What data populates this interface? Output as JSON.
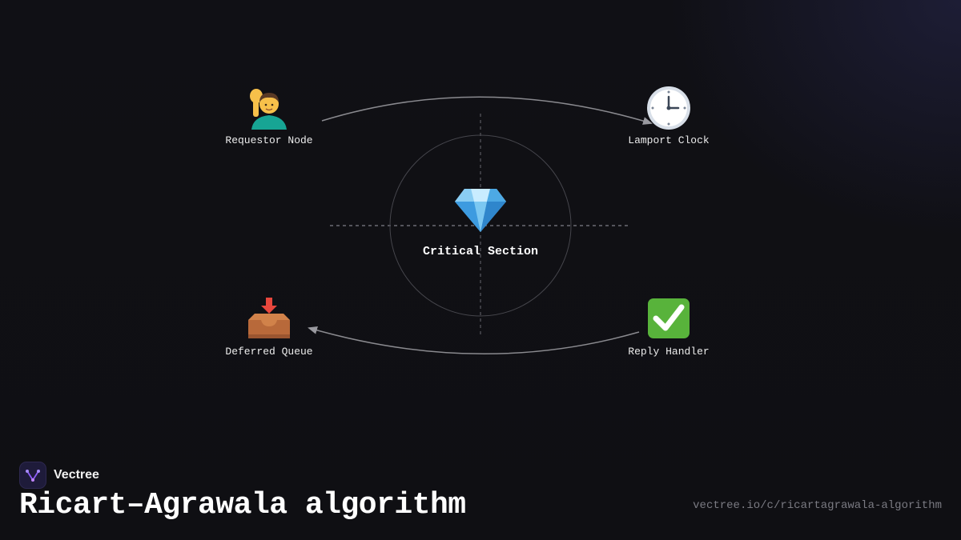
{
  "diagram": {
    "center": {
      "label": "Critical Section",
      "icon": "gem-icon"
    },
    "nodes": [
      {
        "id": "requestor",
        "label": "Requestor Node",
        "icon": "person-raising-hand-icon"
      },
      {
        "id": "clock",
        "label": "Lamport Clock",
        "icon": "clock-icon"
      },
      {
        "id": "queue",
        "label": "Deferred Queue",
        "icon": "inbox-tray-icon"
      },
      {
        "id": "reply",
        "label": "Reply Handler",
        "icon": "check-mark-button-icon"
      }
    ],
    "edges": [
      {
        "from": "Requestor Node",
        "to": "Lamport Clock"
      },
      {
        "from": "Reply Handler",
        "to": "Deferred Queue"
      }
    ]
  },
  "brand": {
    "name": "Vectree",
    "logo_color": "#8b5cf6"
  },
  "footer": {
    "title": "Ricart–Agrawala algorithm",
    "url": "vectree.io/c/ricartagrawala-algorithm"
  },
  "colors": {
    "background": "#0f0f13",
    "edge": "#8a8a8f",
    "guide": "#4a4a50"
  }
}
